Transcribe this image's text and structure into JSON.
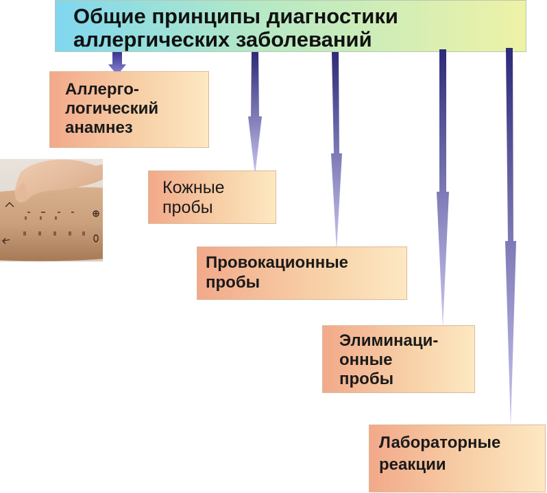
{
  "title": {
    "line1": "Общие принципы диагностики",
    "line2": "аллергических заболеваний"
  },
  "nodes": {
    "anamnesis": {
      "line1": "Аллерго-",
      "line2": "логический",
      "line3": "анамнез"
    },
    "skin_tests": {
      "line1": "Кожные",
      "line2": "пробы"
    },
    "provocation_tests": {
      "line1": "Провокационные",
      "line2": "пробы"
    },
    "elimination_tests": {
      "line1": "Элиминаци-",
      "line2": "онные",
      "line3": "пробы"
    },
    "laboratory_reactions": {
      "line1": "Лабораторные",
      "line2": "реакции"
    }
  },
  "colors": {
    "title_gradient": [
      "#7fd7ef",
      "#b7e9c4",
      "#eef2a6"
    ],
    "node_gradient": [
      "#f2a98a",
      "#f7cfa6",
      "#fde8c2"
    ],
    "arrow_dark": "#2d2a78",
    "arrow_light": "#c9c6f0"
  },
  "image": {
    "subject": "skin-prick-test-forearm"
  }
}
